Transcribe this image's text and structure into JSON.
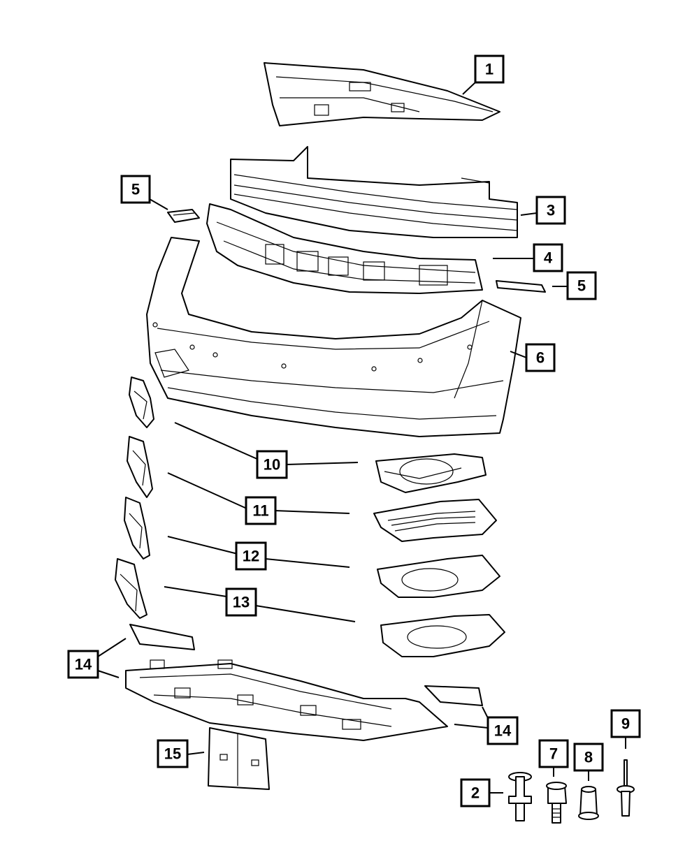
{
  "callouts": [
    {
      "id": "c1",
      "label": "1"
    },
    {
      "id": "c3",
      "label": "3"
    },
    {
      "id": "c4",
      "label": "4"
    },
    {
      "id": "c5a",
      "label": "5"
    },
    {
      "id": "c5b",
      "label": "5"
    },
    {
      "id": "c6",
      "label": "6"
    },
    {
      "id": "c10",
      "label": "10"
    },
    {
      "id": "c11",
      "label": "11"
    },
    {
      "id": "c12",
      "label": "12"
    },
    {
      "id": "c13",
      "label": "13"
    },
    {
      "id": "c14a",
      "label": "14"
    },
    {
      "id": "c14b",
      "label": "14"
    },
    {
      "id": "c15",
      "label": "15"
    },
    {
      "id": "c2",
      "label": "2"
    },
    {
      "id": "c7",
      "label": "7"
    },
    {
      "id": "c8",
      "label": "8"
    },
    {
      "id": "c9",
      "label": "9"
    }
  ]
}
